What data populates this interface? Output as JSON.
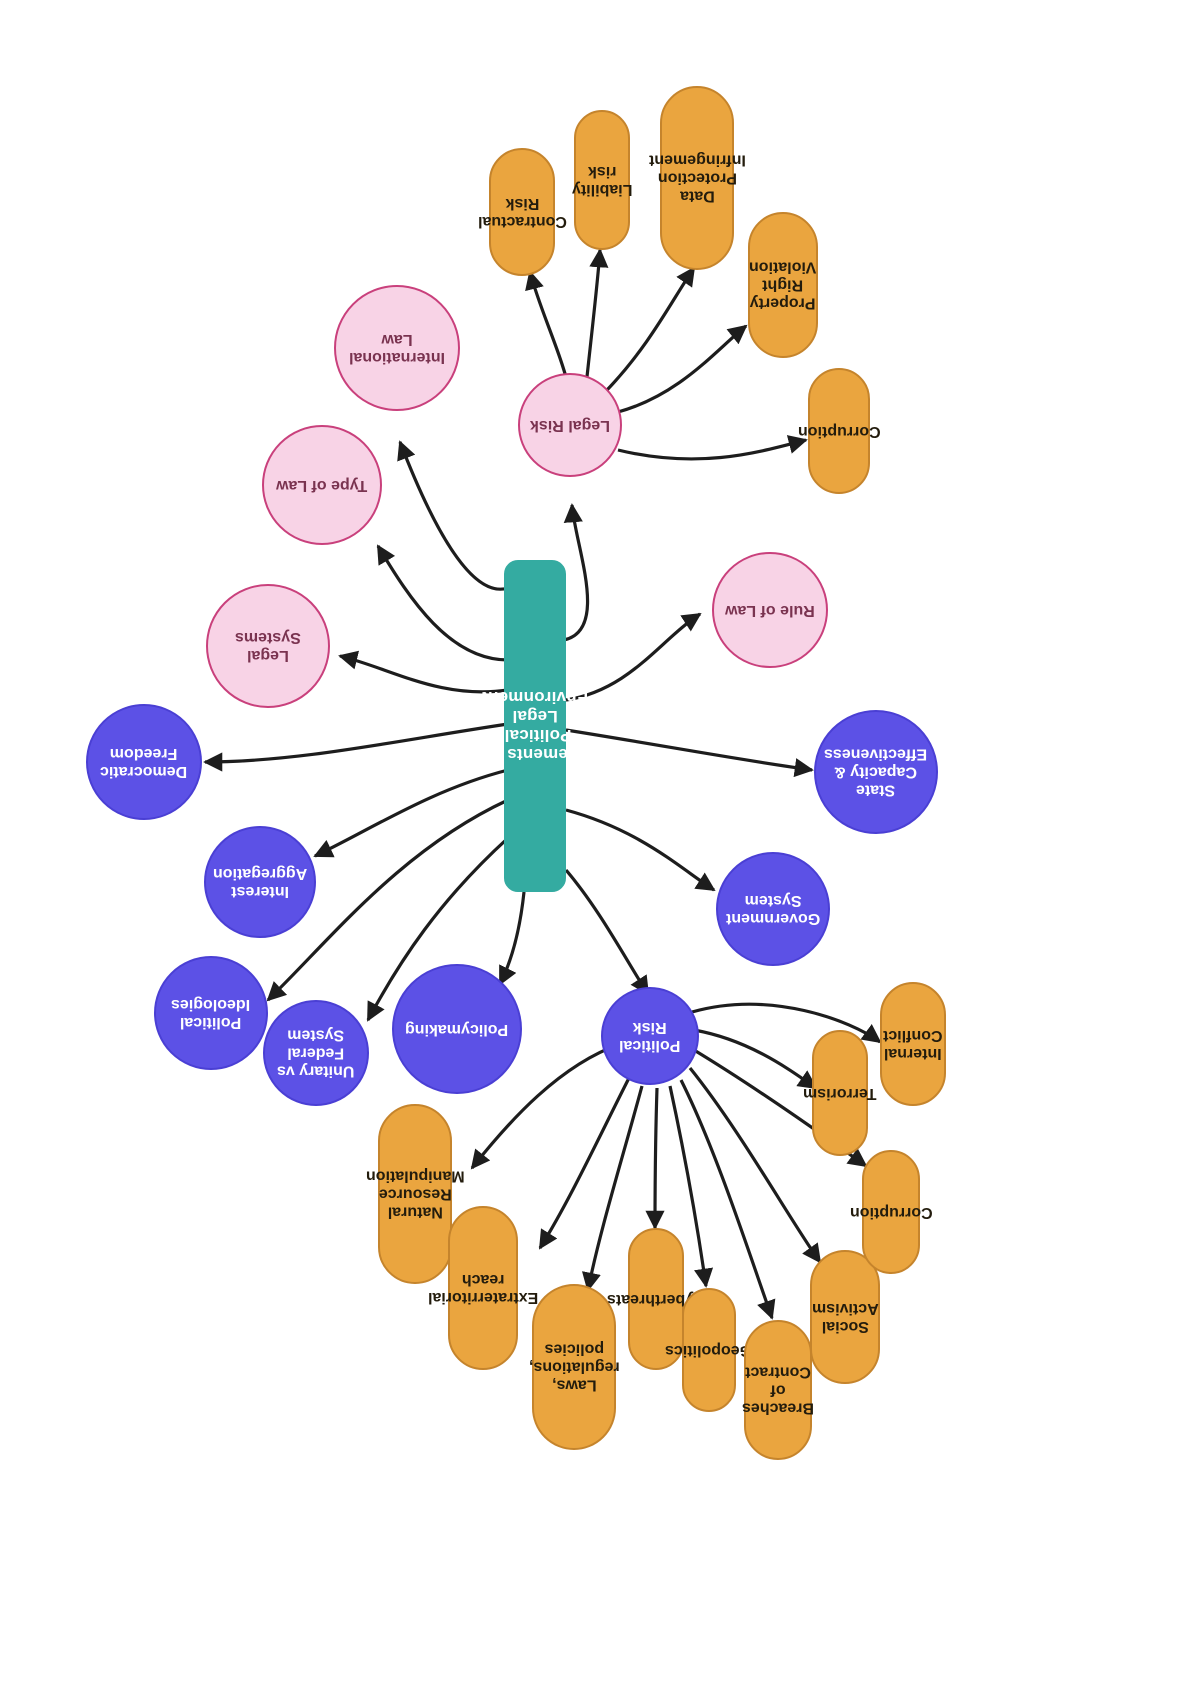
{
  "diagram": {
    "title": "Elements of Political-Legal Environment",
    "type": "mind-map",
    "orientation": "rotated-90",
    "background": "#ffffff",
    "palette": {
      "center_fill": "#34aba1",
      "center_text": "#ffffff",
      "pink_fill": "#f8d3e6",
      "pink_stroke": "#c9407c",
      "pink_text": "#7a3350",
      "blue_fill": "#5c51e6",
      "blue_stroke": "#4a3fd4",
      "blue_text": "#ffffff",
      "orange_fill": "#eaa53f",
      "orange_stroke": "#c5842c",
      "orange_text": "#231c0d",
      "edge_color": "#1d1d1d"
    }
  },
  "nodes": {
    "center": {
      "label": "Elements of Political-Legal Environment"
    },
    "legal_risk": {
      "label": "Legal Risk"
    },
    "contractual_risk": {
      "label": "Contractual\nRisk"
    },
    "liability_risk": {
      "label": "Liability risk"
    },
    "data_protection": {
      "label": "Data Protection\nInfringement"
    },
    "property_right": {
      "label": "Property Right\nViolation"
    },
    "corruption_legal": {
      "label": "Corruption"
    },
    "international_law": {
      "label": "International\nLaw"
    },
    "type_of_law": {
      "label": "Type of Law"
    },
    "legal_systems": {
      "label": "Legal\nSystems"
    },
    "rule_of_law": {
      "label": "Rule of Law"
    },
    "democratic_freedom": {
      "label": "Democratic\nFreedom"
    },
    "state_capacity": {
      "label": "State\nCapacity &\nEffectiveness"
    },
    "interest_aggregation": {
      "label": "Interest\nAggregation"
    },
    "government_system": {
      "label": "Government\nSystem"
    },
    "political_ideologies": {
      "label": "Political\nIdeologies"
    },
    "unitary_federal": {
      "label": "Unitary vs\nFederal\nSystem"
    },
    "policymaking": {
      "label": "Policymaking"
    },
    "political_risk": {
      "label": "Political\nRisk"
    },
    "natural_resource": {
      "label": "Natural Resource\nManipulation"
    },
    "extraterritorial": {
      "label": "Extraterritorial\nreach"
    },
    "laws_regulations": {
      "label": "Laws,\nregulations,\npolicies"
    },
    "cyberthreats": {
      "label": "Cyberthreats"
    },
    "geopolitics": {
      "label": "Geopolitics"
    },
    "breaches_contract": {
      "label": "Breaches of\nContract"
    },
    "social_activism": {
      "label": "Social\nActivism"
    },
    "corruption_political": {
      "label": "Corruption"
    },
    "terrorism": {
      "label": "Terrorism"
    },
    "internal_conflict": {
      "label": "Internal\nConflict"
    }
  },
  "edges": [
    {
      "from": "center",
      "to": "legal_risk"
    },
    {
      "from": "center",
      "to": "international_law"
    },
    {
      "from": "center",
      "to": "type_of_law"
    },
    {
      "from": "center",
      "to": "legal_systems"
    },
    {
      "from": "center",
      "to": "rule_of_law"
    },
    {
      "from": "center",
      "to": "democratic_freedom"
    },
    {
      "from": "center",
      "to": "state_capacity"
    },
    {
      "from": "center",
      "to": "interest_aggregation"
    },
    {
      "from": "center",
      "to": "government_system"
    },
    {
      "from": "center",
      "to": "political_ideologies"
    },
    {
      "from": "center",
      "to": "unitary_federal"
    },
    {
      "from": "center",
      "to": "policymaking"
    },
    {
      "from": "center",
      "to": "political_risk"
    },
    {
      "from": "legal_risk",
      "to": "contractual_risk"
    },
    {
      "from": "legal_risk",
      "to": "liability_risk"
    },
    {
      "from": "legal_risk",
      "to": "data_protection"
    },
    {
      "from": "legal_risk",
      "to": "property_right"
    },
    {
      "from": "legal_risk",
      "to": "corruption_legal"
    },
    {
      "from": "political_risk",
      "to": "natural_resource"
    },
    {
      "from": "political_risk",
      "to": "extraterritorial"
    },
    {
      "from": "political_risk",
      "to": "laws_regulations"
    },
    {
      "from": "political_risk",
      "to": "cyberthreats"
    },
    {
      "from": "political_risk",
      "to": "geopolitics"
    },
    {
      "from": "political_risk",
      "to": "breaches_contract"
    },
    {
      "from": "political_risk",
      "to": "social_activism"
    },
    {
      "from": "political_risk",
      "to": "corruption_political"
    },
    {
      "from": "political_risk",
      "to": "terrorism"
    },
    {
      "from": "political_risk",
      "to": "internal_conflict"
    }
  ]
}
